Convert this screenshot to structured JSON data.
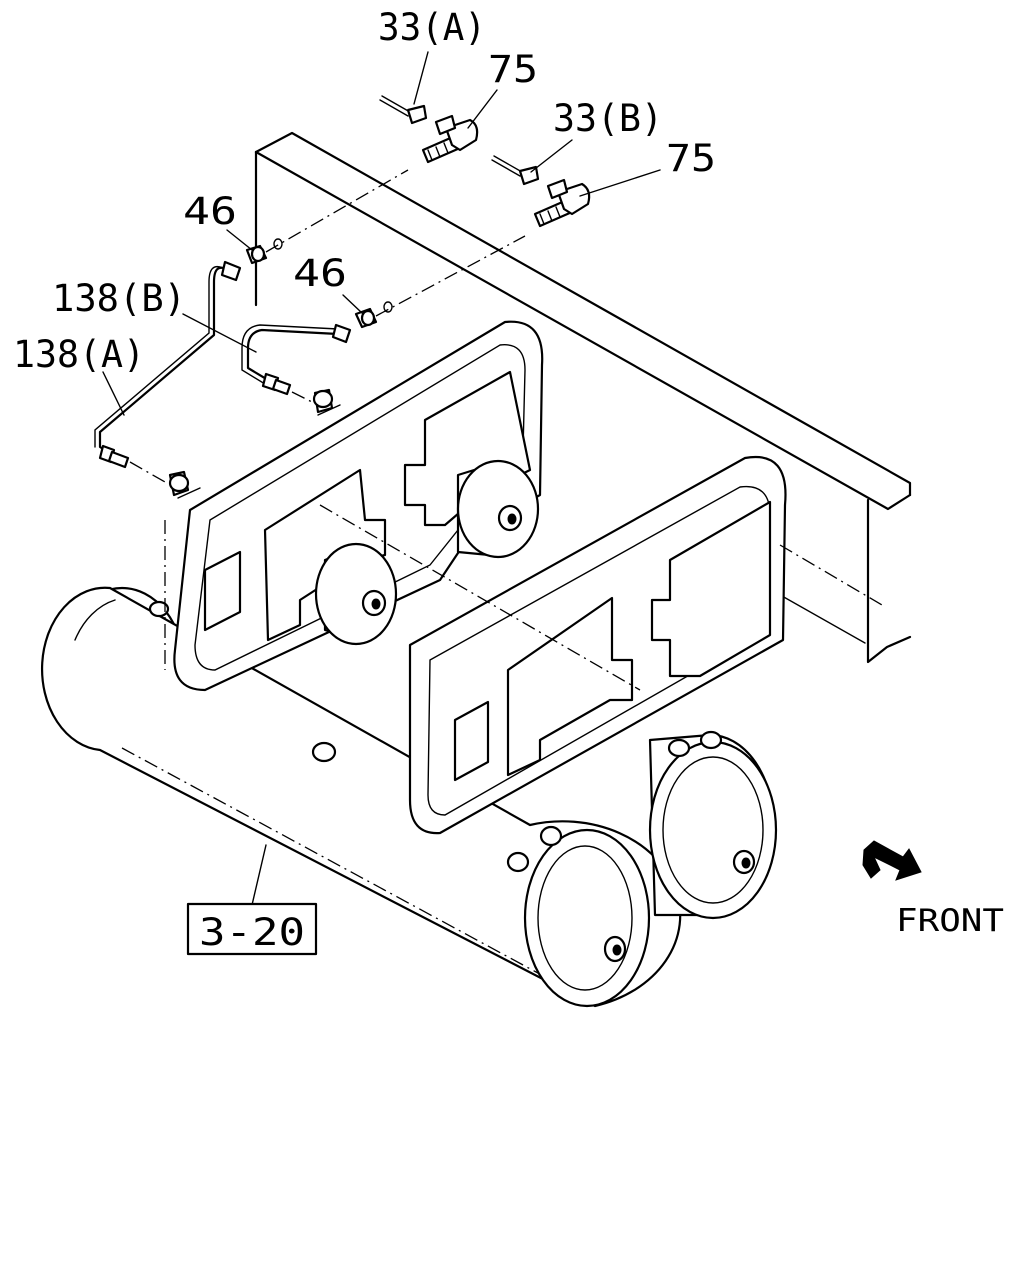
{
  "labels": {
    "part_33a": "33(A)",
    "part_75_upper": "75",
    "part_33b": "33(B)",
    "part_75_lower": "75",
    "part_46_upper": "46",
    "part_46_lower": "46",
    "part_138b": "138(B)",
    "part_138a": "138(A)",
    "ref_box": "3-20",
    "direction": "FRONT"
  },
  "icons": {
    "front_arrow": "front-direction-arrow-icon"
  },
  "colors": {
    "line": "#000000",
    "background": "#ffffff"
  }
}
